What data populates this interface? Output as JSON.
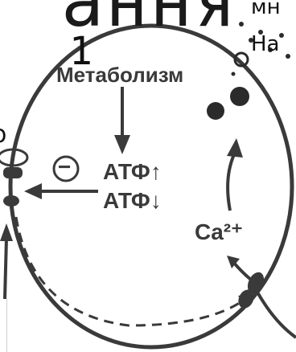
{
  "overlay": {
    "top_fragment": "ання",
    "right_fragment": "мн",
    "na_label": "На",
    "digit_fragment": "1",
    "left_edge_fragment": "о"
  },
  "diagram": {
    "metabolism": "Метаболизм",
    "inhibit_sign": "−",
    "atp_up": "АТФ↑",
    "atp_down": "АТФ↓",
    "calcium": "Ca²⁺"
  },
  "colors": {
    "ink": "#3a3a3a",
    "granule": "#2b2b2b",
    "background": "#ffffff"
  }
}
